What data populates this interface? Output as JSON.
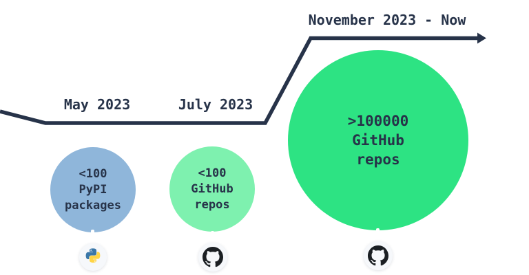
{
  "colors": {
    "background": "#ffffff",
    "timeline": "#273349",
    "text": "#273349",
    "circle_blue": "#8fb6da",
    "circle_green_light": "#7ef1af",
    "circle_green": "#2de383",
    "connector": "#ffffff",
    "icon_bg": "#f6f8fb",
    "python_blue": "#3b77a8",
    "python_yellow": "#ffd546",
    "github_black": "#1b1f23"
  },
  "timeline": {
    "milestones": [
      {
        "id": "may-2023",
        "date_label": "May 2023",
        "bubble_lines": [
          "<100",
          "PyPI",
          "packages"
        ],
        "icon": "python-icon",
        "bubble_color": "#8fb6da"
      },
      {
        "id": "july-2023",
        "date_label": "July 2023",
        "bubble_lines": [
          "<100",
          "GitHub",
          "repos"
        ],
        "icon": "github-icon",
        "bubble_color": "#7ef1af"
      },
      {
        "id": "november-2023",
        "date_label": "November 2023 - Now",
        "bubble_lines": [
          ">100000",
          "GitHub",
          "repos"
        ],
        "icon": "github-icon",
        "bubble_color": "#2de383"
      }
    ]
  }
}
